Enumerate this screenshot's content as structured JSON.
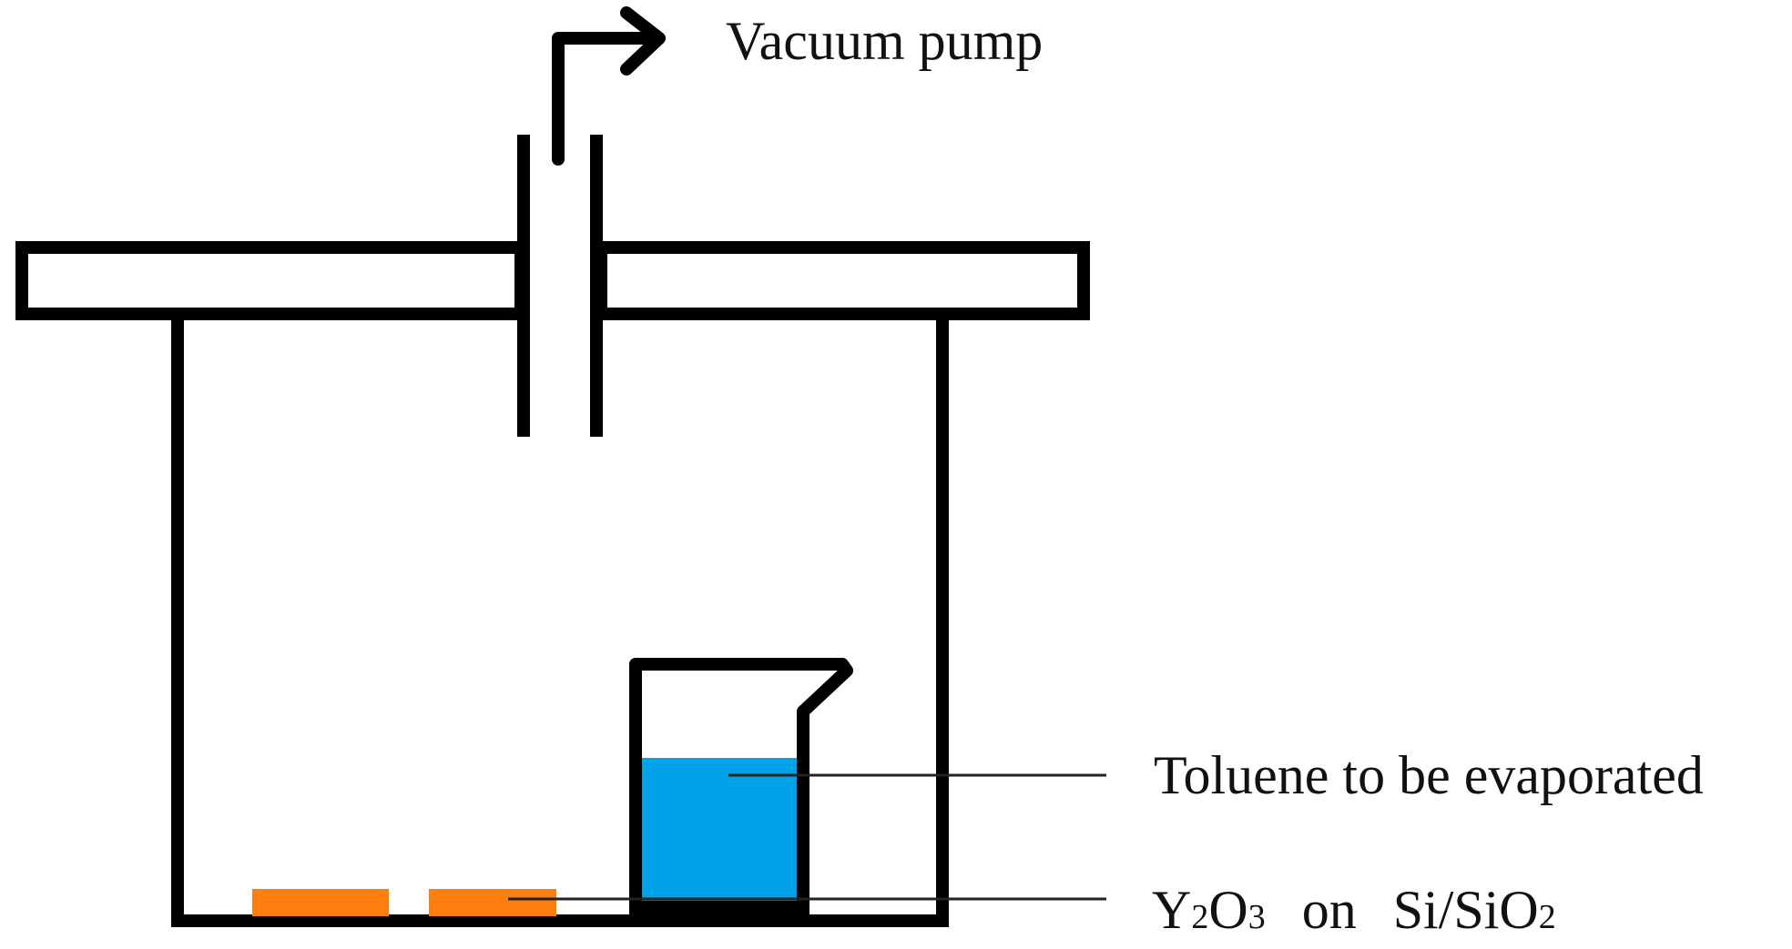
{
  "labels": {
    "vacuum_pump": "Vacuum pump",
    "toluene": "Toluene to be evaporated",
    "sample_prefix": "Y",
    "sample_sub1": "2",
    "sample_mid": "O",
    "sample_sub2": "3",
    "sample_on": "on",
    "substrate_prefix": "Si/SiO",
    "substrate_sub": "2"
  },
  "colors": {
    "outline": "#000000",
    "toluene_liquid": "#00a2e8",
    "substrate": "#ff7f0e",
    "leader_line": "#222222"
  },
  "icons": {
    "outlet_arrow": "arrow-right-icon"
  }
}
